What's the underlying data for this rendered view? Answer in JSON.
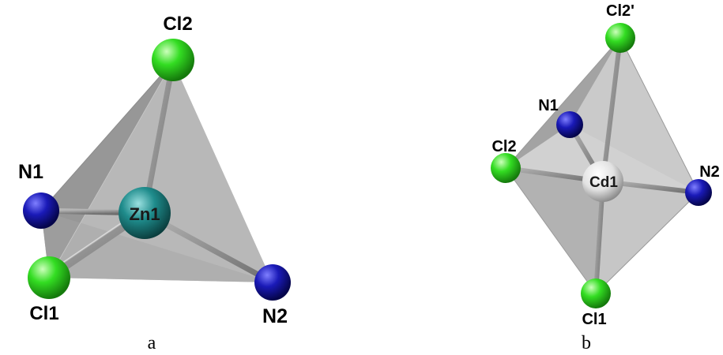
{
  "panels": [
    {
      "panel_label": "a",
      "metal": "Zn1",
      "ligands": [
        "Cl2",
        "N1",
        "Cl1",
        "N2"
      ],
      "geometry": "tetrahedral",
      "colors": {
        "metal": "#1f8c8c",
        "chlorine": "#33dd22",
        "nitrogen": "#1a1aa8",
        "polyhedron": "#9a9a9a",
        "bond": "#8a8a8a"
      }
    },
    {
      "panel_label": "b",
      "metal": "Cd1",
      "ligands": [
        "Cl2'",
        "N1",
        "Cl2",
        "N2",
        "Cl1"
      ],
      "geometry": "square pyramidal / octahedral",
      "colors": {
        "metal": "#e6e6e6",
        "chlorine": "#33dd22",
        "nitrogen": "#1a1aa8",
        "polyhedron": "#9a9a9a",
        "bond": "#8a8a8a"
      }
    }
  ]
}
